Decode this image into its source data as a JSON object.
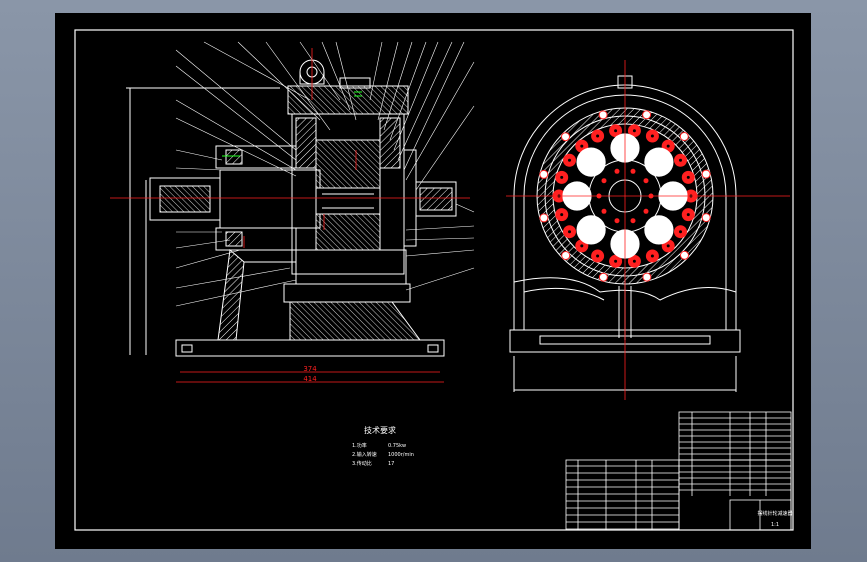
{
  "drawing": {
    "dimensions": {
      "overall_length_1": "374",
      "overall_length_2": "414"
    },
    "tech_requirements": {
      "title": "技术要求",
      "rows": [
        [
          "1.功率",
          "0.75kw"
        ],
        [
          "2.输入转速",
          "1000r/min"
        ],
        [
          "3.传动比",
          "17"
        ]
      ]
    },
    "title_block": {
      "drawing_name": "摆线针轮减速器",
      "scale": "1:1"
    },
    "colors": {
      "lines": "#ffffff",
      "centerlines": "#ff2020",
      "green_marks": "#20ff20",
      "sheet_background": "#000000"
    }
  }
}
